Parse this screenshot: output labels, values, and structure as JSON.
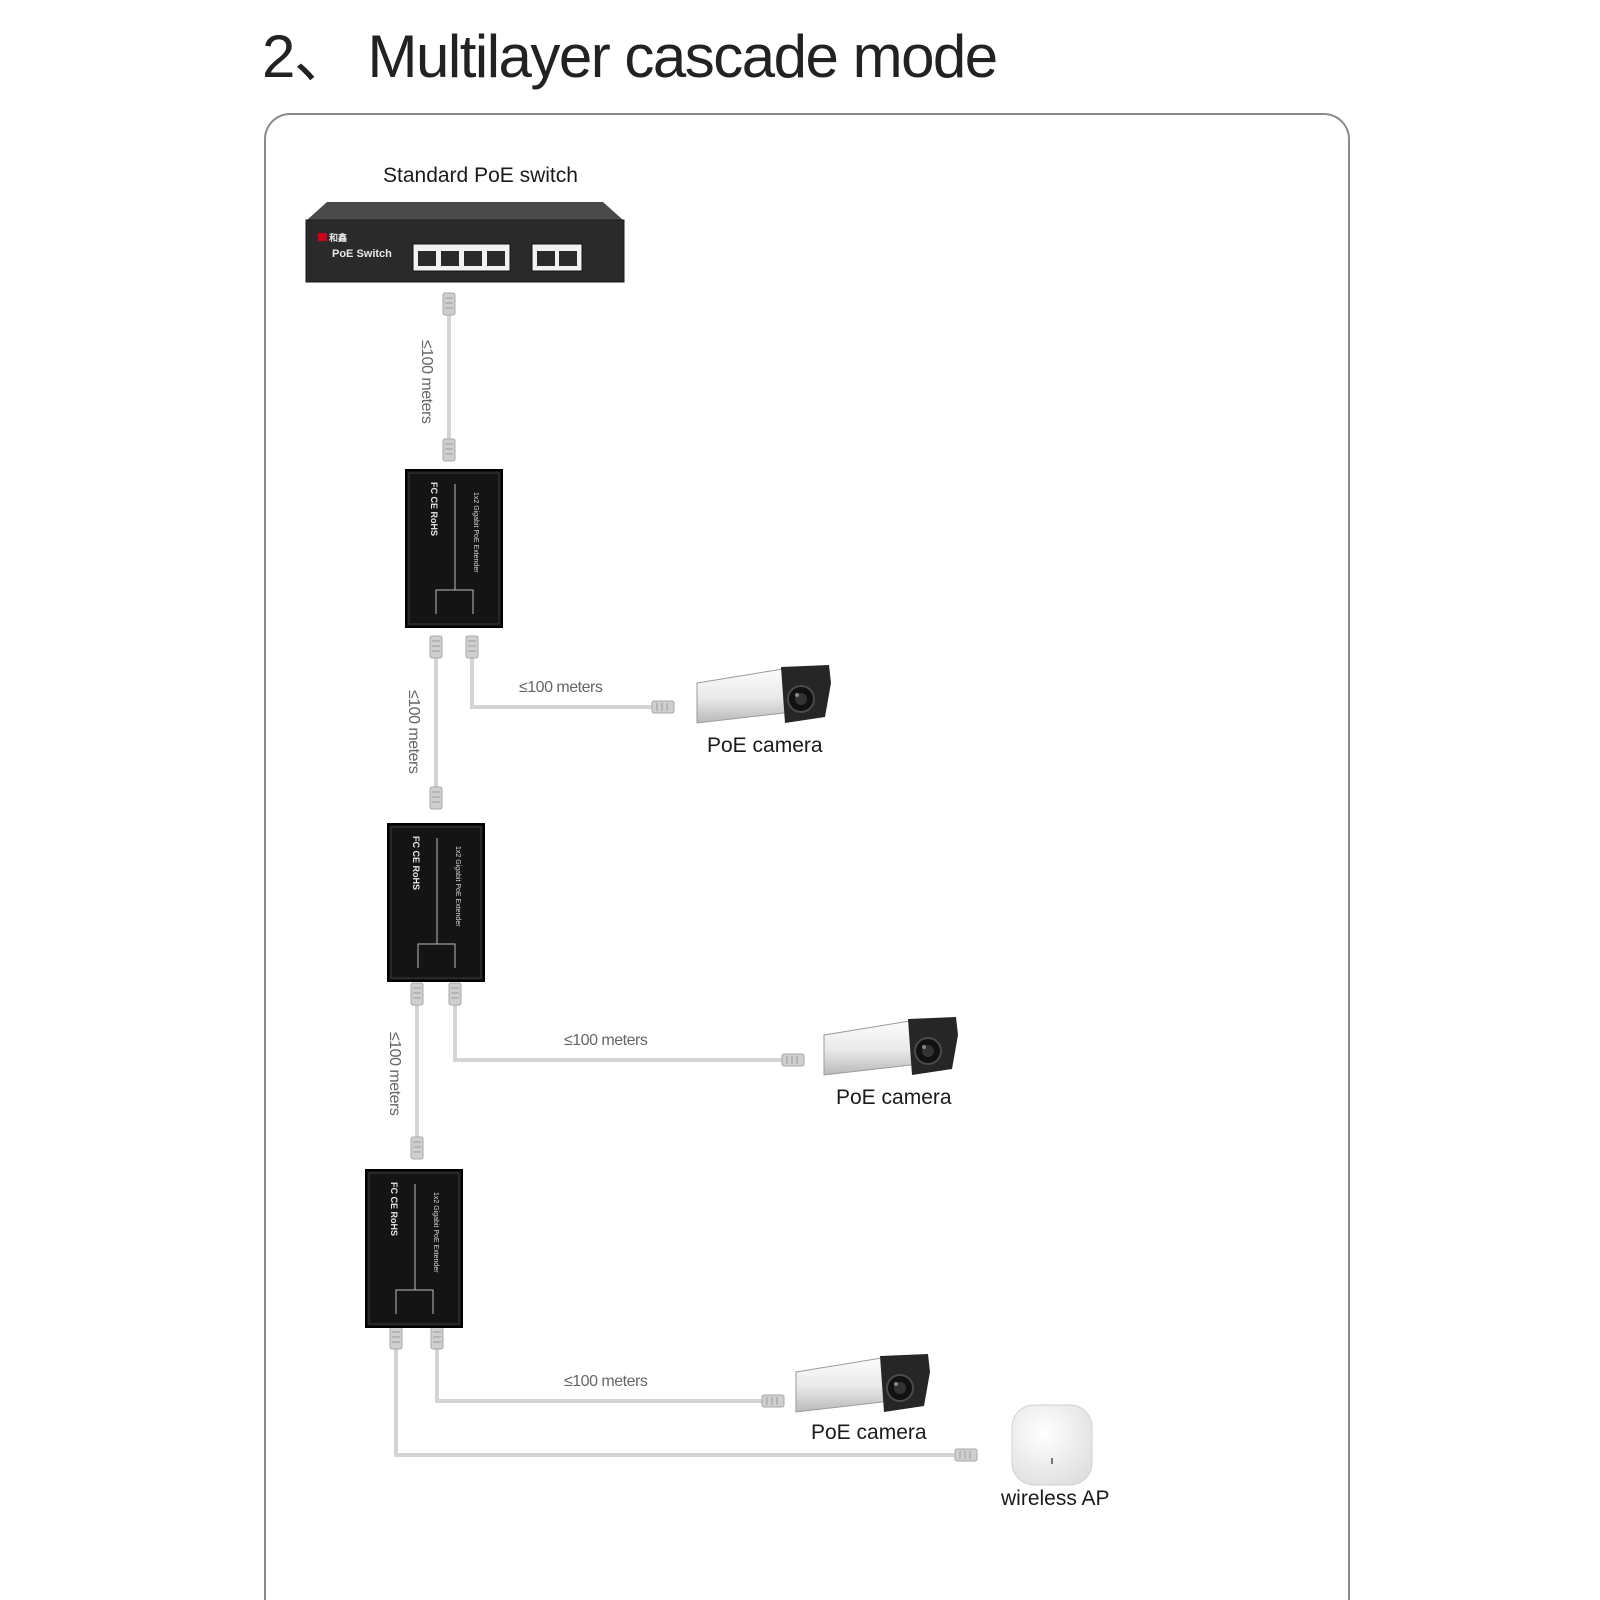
{
  "title": "2、 Multilayer cascade mode",
  "switch": {
    "label": "Standard PoE switch",
    "brand": "和鑫",
    "name": "PoE Switch"
  },
  "extenders": [
    {
      "model": "1x2 Gigabit PoE Extender",
      "certs": "FC CE RoHS"
    },
    {
      "model": "1x2 Gigabit PoE Extender",
      "certs": "FC CE RoHS"
    },
    {
      "model": "1x2 Gigabit PoE Extender",
      "certs": "FC CE RoHS"
    }
  ],
  "links": {
    "vertical_1": "≤100 meters",
    "vertical_2": "≤100 meters",
    "vertical_3": "≤100 meters",
    "camera_1": "≤100 meters",
    "camera_2": "≤100 meters",
    "camera_3": "≤100 meters"
  },
  "devices": {
    "camera_1": "PoE camera",
    "camera_2": "PoE camera",
    "camera_3": "PoE camera",
    "ap": "wireless AP"
  },
  "colors": {
    "cable": "#d4d4d4",
    "device": "#141414",
    "panel_border": "#8a8a8a",
    "brand_red": "#d0021b"
  }
}
